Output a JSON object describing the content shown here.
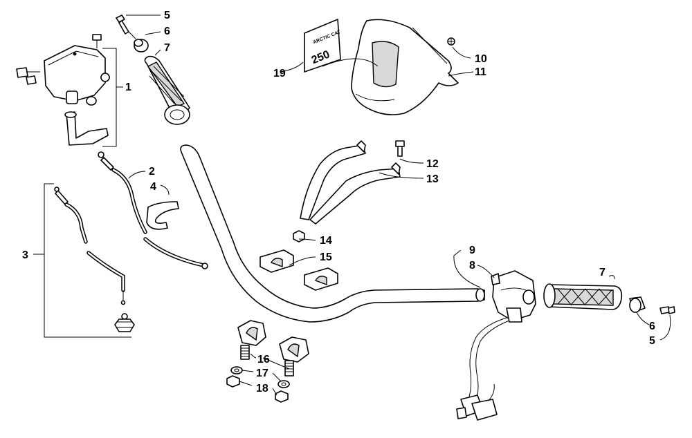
{
  "diagram": {
    "callouts": {
      "c1": "1",
      "c2": "2",
      "c3": "3",
      "c4": "4",
      "c5a": "5",
      "c6a": "6",
      "c7a": "7",
      "c5b": "5",
      "c6b": "6",
      "c7b": "7",
      "c8": "8",
      "c9": "9",
      "c10": "10",
      "c11": "11",
      "c12": "12",
      "c13": "13",
      "c14": "14",
      "c15": "15",
      "c16": "16",
      "c17": "17",
      "c18": "18",
      "c19": "19"
    },
    "decal_text": "250",
    "decal_brand": "ARCTIC CAT"
  },
  "colors": {
    "line": "#000000",
    "fill": "#ffffff",
    "shade": "#d9d9d9"
  }
}
